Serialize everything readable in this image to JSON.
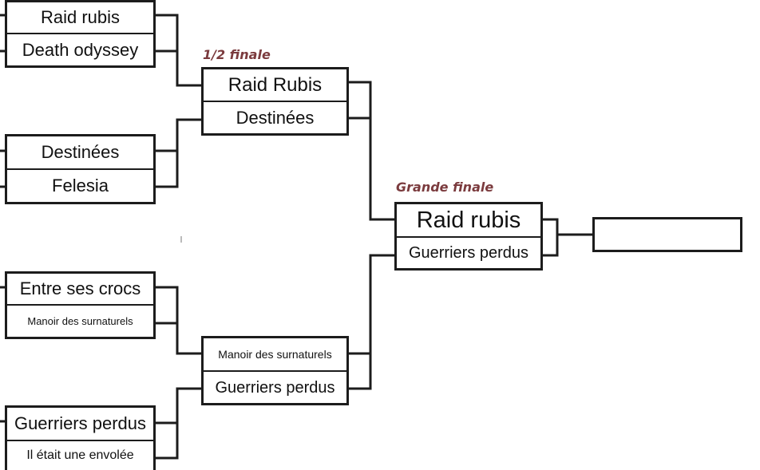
{
  "rounds": {
    "semi_label": "1/2 finale",
    "final_label": "Grande finale"
  },
  "quarterfinals": [
    {
      "a": "Raid rubis",
      "b": "Death odyssey"
    },
    {
      "a": "Destinées",
      "b": "Felesia"
    },
    {
      "a": "Entre ses crocs",
      "b": "Manoir des surnaturels"
    },
    {
      "a": "Guerriers perdus",
      "b": "Il était une envolée"
    }
  ],
  "semifinals": [
    {
      "a": "Raid Rubis",
      "b": "Destinées"
    },
    {
      "a": "Manoir des surnaturels",
      "b": "Guerriers perdus"
    }
  ],
  "final": {
    "a": "Raid rubis",
    "b": "Guerriers perdus"
  },
  "winner": ""
}
